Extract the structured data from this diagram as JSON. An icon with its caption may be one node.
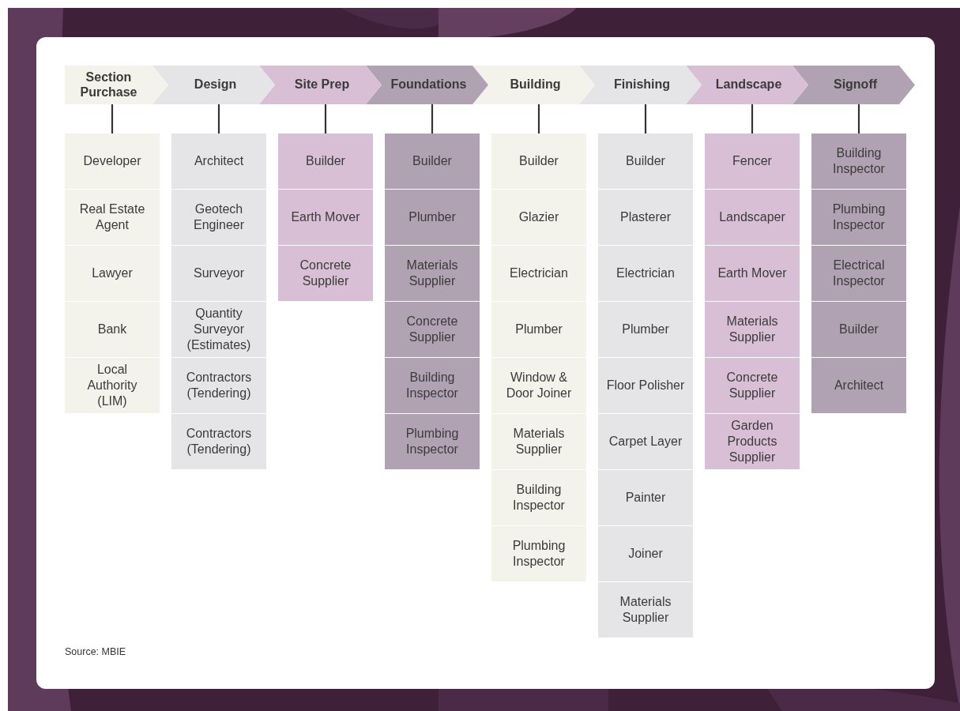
{
  "diagram": {
    "nodes": [
      {
        "text": [
          "Section Purchase"
        ]
      },
      {
        "text": [
          "Developer"
        ]
      },
      {
        "text": [
          "Real Estate Agent"
        ]
      },
      {
        "text": [
          "Lawyer"
        ]
      },
      {
        "text": [
          "Bank"
        ]
      },
      {
        "text": [
          "Local Authority (LIM)"
        ]
      },
      {
        "text": [
          "Design"
        ]
      },
      {
        "text": [
          "Architect"
        ]
      },
      {
        "text": [
          "Geotech Engineer"
        ]
      },
      {
        "text": [
          "Surveyor"
        ]
      },
      {
        "text": [
          "Quantity Surveyor (Estimates)"
        ]
      },
      {
        "text": [
          "Contractors (Tendering)"
        ]
      },
      {
        "text": [
          "Contractors (Tendering)"
        ]
      },
      {
        "text": [
          "Site Prep"
        ]
      },
      {
        "text": [
          "Builder"
        ]
      },
      {
        "text": [
          "Earth Mover"
        ]
      },
      {
        "text": [
          "Concrete Supplier"
        ]
      },
      {
        "text": [
          "Foundations"
        ]
      },
      {
        "text": [
          "Builder"
        ]
      },
      {
        "text": [
          "Plumber"
        ]
      },
      {
        "text": [
          "Materials Supplier"
        ]
      },
      {
        "text": [
          "Concrete Supplier"
        ]
      },
      {
        "text": [
          "Building Inspector"
        ]
      },
      {
        "text": [
          "Plumbing Inspector"
        ]
      },
      {
        "text": [
          "Building"
        ]
      },
      {
        "text": [
          "Builder"
        ]
      },
      {
        "text": [
          "Glazier"
        ]
      },
      {
        "text": [
          "Electrician"
        ]
      },
      {
        "text": [
          "Plumber"
        ]
      },
      {
        "text": [
          "Window & Door Joiner"
        ]
      },
      {
        "text": [
          "Materials Supplier"
        ]
      },
      {
        "text": [
          "Building Inspector"
        ]
      },
      {
        "text": [
          "Plumbing Inspector"
        ]
      },
      {
        "text": [
          "Finishing"
        ]
      },
      {
        "text": [
          "Builder"
        ]
      },
      {
        "text": [
          "Plasterer"
        ]
      },
      {
        "text": [
          "Electrician"
        ]
      },
      {
        "text": [
          "Plumber"
        ]
      },
      {
        "text": [
          "Floor Polisher"
        ]
      },
      {
        "text": [
          "Carpet Layer"
        ]
      },
      {
        "text": [
          "Painter"
        ]
      },
      {
        "text": [
          "Joiner"
        ]
      },
      {
        "text": [
          "Materials Supplier"
        ]
      },
      {
        "text": [
          "Landscape"
        ]
      },
      {
        "text": [
          "Fencer"
        ]
      },
      {
        "text": [
          "Landscaper"
        ]
      },
      {
        "text": [
          "Earth Mover"
        ]
      },
      {
        "text": [
          "Materials Supplier"
        ]
      },
      {
        "text": [
          "Concrete Supplier"
        ]
      },
      {
        "text": [
          "Garden Products Supplier"
        ]
      },
      {
        "text": [
          "Signoff"
        ]
      },
      {
        "text": [
          "Building Inspector"
        ]
      },
      {
        "text": [
          "Plumbing Inspector"
        ]
      },
      {
        "text": [
          "Electrical Inspector"
        ]
      },
      {
        "text": [
          "Builder"
        ]
      },
      {
        "text": [
          "Architect"
        ]
      }
    ],
    "edges": [
      {
        "from": 0,
        "to": 1,
        "arrow": "none"
      },
      {
        "from": 6,
        "to": 7,
        "arrow": "none"
      },
      {
        "from": 13,
        "to": 14,
        "arrow": "none"
      },
      {
        "from": 17,
        "to": 18,
        "arrow": "none"
      },
      {
        "from": 24,
        "to": 25,
        "arrow": "none"
      },
      {
        "from": 33,
        "to": 34,
        "arrow": "none"
      },
      {
        "from": 43,
        "to": 44,
        "arrow": "none"
      },
      {
        "from": 50,
        "to": 51,
        "arrow": "none"
      }
    ],
    "labels": [
      "Source: MBIE"
    ]
  }
}
